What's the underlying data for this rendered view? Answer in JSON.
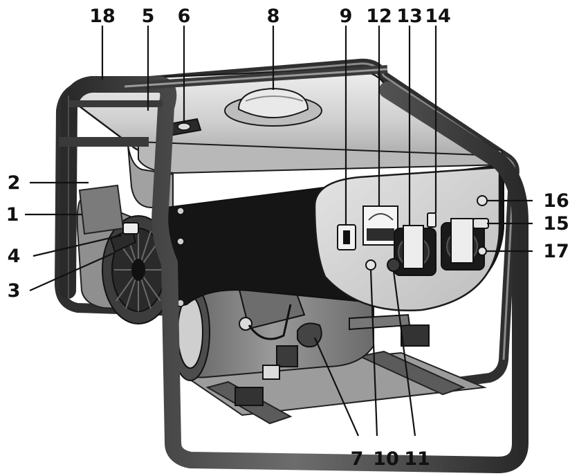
{
  "labels": {
    "l18": "18",
    "l5": "5",
    "l6": "6",
    "l8": "8",
    "l9": "9",
    "l12": "12",
    "l13": "13",
    "l14": "14",
    "l2": "2",
    "l1": "1",
    "l4": "4",
    "l3": "3",
    "l16": "16",
    "l15": "15",
    "l17": "17",
    "l7": "7",
    "l10": "10",
    "l11": "11"
  },
  "colors": {
    "frame": "#3a3a3a",
    "frame_highlight": "#8a8a8a",
    "tank": "#c9c9c9",
    "tank_highlight": "#ececec",
    "panel": "#d4d4d4",
    "dark": "#151515",
    "engine": "#7c7c7c",
    "engine_light": "#a9a9a9"
  }
}
